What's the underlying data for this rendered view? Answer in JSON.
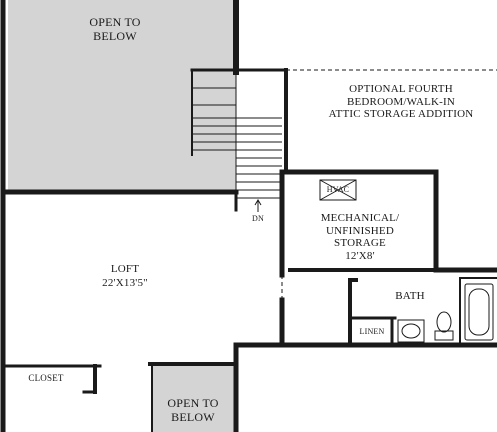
{
  "rooms": {
    "open_to_below_top": {
      "label": "OPEN TO\nBELOW"
    },
    "optional_fourth": {
      "label": "OPTIONAL FOURTH\nBEDROOM/WALK-IN\nATTIC STORAGE ADDITION"
    },
    "mechanical": {
      "label": "MECHANICAL/\nUNFINISHED\nSTORAGE",
      "size": "12'X8'"
    },
    "hvac": {
      "label": "HVAC"
    },
    "loft": {
      "label": "LOFT",
      "size": "22'X13'5\""
    },
    "bath": {
      "label": "BATH"
    },
    "linen": {
      "label": "LINEN"
    },
    "closet": {
      "label": "CLOSET"
    },
    "open_to_below_bottom": {
      "label": "OPEN TO\nBELOW"
    }
  },
  "stairs": {
    "direction_label": "DN"
  },
  "colors": {
    "wall": "#1a1a1a",
    "open_area_fill": "#d4d4d4",
    "background": "#ffffff"
  }
}
